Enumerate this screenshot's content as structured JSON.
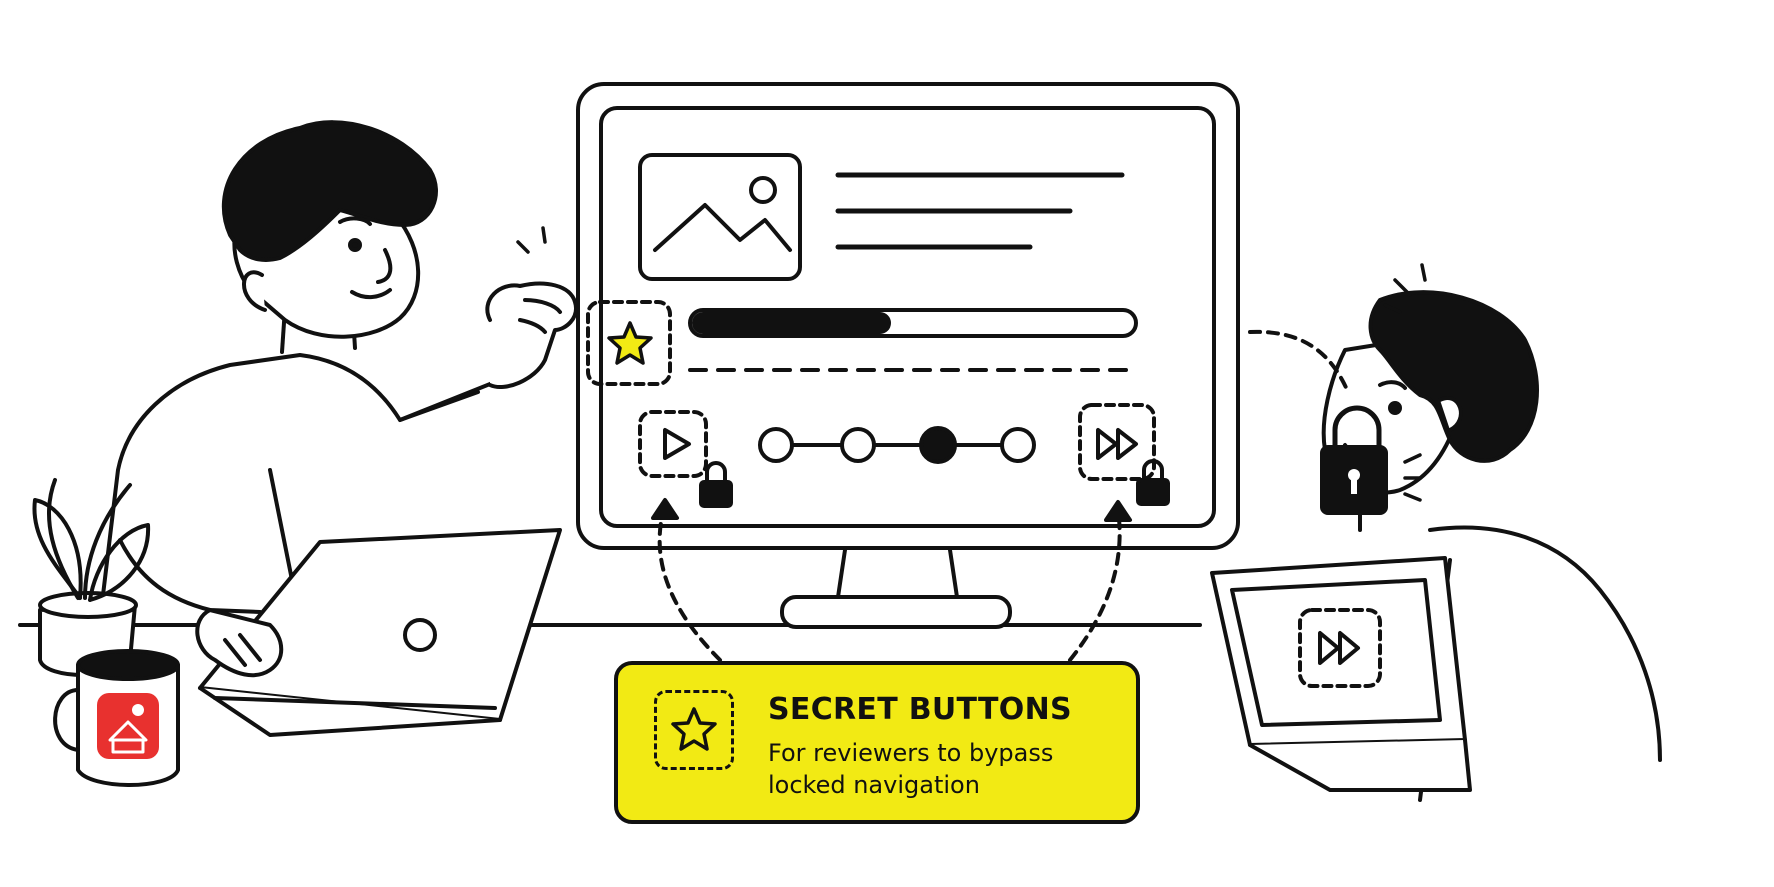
{
  "callout": {
    "title": "SECRET BUTTONS",
    "description": "For reviewers to bypass locked navigation",
    "icon": "star-icon",
    "background_color": "#f2ea14"
  },
  "monitor_screen": {
    "image_icon": "image-placeholder-icon",
    "progress_fraction": 0.45,
    "step_dots_total": 4,
    "active_step": 3,
    "locked_buttons": [
      "play-button",
      "fast-forward-button"
    ],
    "secret_button": "star-button"
  },
  "laptop_screen": {
    "button": "fast-forward-button"
  },
  "colors": {
    "accent_yellow": "#f2ea14",
    "ink": "#111111",
    "mug_red": "#e8312f"
  }
}
